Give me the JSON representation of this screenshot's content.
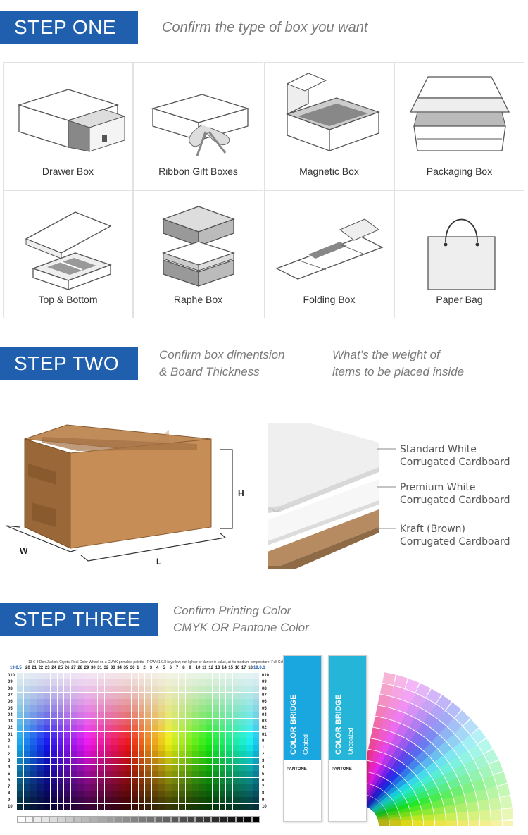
{
  "step_one": {
    "banner": "STEP ONE",
    "note": "Confirm the type of box you want",
    "boxes": [
      {
        "label": "Drawer Box",
        "icon": "drawer-box-icon"
      },
      {
        "label": "Ribbon Gift Boxes",
        "icon": "ribbon-gift-box-icon"
      },
      {
        "label": "Magnetic Box",
        "icon": "magnetic-box-icon"
      },
      {
        "label": "Packaging Box",
        "icon": "packaging-box-icon"
      },
      {
        "label": "Top & Bottom",
        "icon": "top-bottom-box-icon"
      },
      {
        "label": "Raphe Box",
        "icon": "raphe-box-icon"
      },
      {
        "label": "Folding Box",
        "icon": "folding-box-icon"
      },
      {
        "label": "Paper Bag",
        "icon": "paper-bag-icon"
      }
    ]
  },
  "step_two": {
    "banner": "STEP TWO",
    "note_left_1": "Confirm box dimentsion",
    "note_left_2": "& Board Thickness",
    "note_right_1": "What’s the weight of",
    "note_right_2": "items to be placed inside",
    "dimensions": {
      "h": "H",
      "w": "W",
      "l": "L"
    },
    "boards": [
      {
        "line1": "Standard White",
        "line2": "Corrugated Cardboard",
        "color": "#f2f2f2"
      },
      {
        "line1": "Premium White",
        "line2": "Corrugated Cardboard",
        "color": "#fafafa"
      },
      {
        "line1": "Kraft (Brown)",
        "line2": "Corrugated Cardboard",
        "color": "#b98a5c"
      }
    ]
  },
  "step_three": {
    "banner": "STEP THREE",
    "note_1": "Confirm Printing Color",
    "note_2": "CMYK OR Pantone Color",
    "color_chart": {
      "title": "13-6-8   Don Jusko's Crystal Real Color Wheel on a CMYK printable palette - RCW #1.0.8 is yellow, not lighter or darker in value, at it's medium temperature.   Full Color",
      "corner": "19.0.5",
      "corner_right": "19.0.1",
      "top_numbers": [
        "20",
        "21",
        "22",
        "23",
        "24",
        "25",
        "26",
        "27",
        "28",
        "29",
        "30",
        "31",
        "32",
        "33",
        "34",
        "35",
        "36",
        "1",
        "2",
        "3",
        "4",
        "5",
        "6",
        "7",
        "8",
        "9",
        "10",
        "11",
        "12",
        "13",
        "14",
        "15",
        "16",
        "17",
        "18"
      ],
      "row_labels": [
        "010",
        "09",
        "08",
        "07",
        "06",
        "05",
        "04",
        "03",
        "02",
        "01",
        "0",
        "1",
        "2",
        "3",
        "4",
        "5",
        "6",
        "7",
        "8",
        "9",
        "10"
      ]
    },
    "pantone": {
      "book1_title": "COLOR BRIDGE",
      "book1_sub": "Coated",
      "book2_title": "COLOR BRIDGE",
      "book2_sub": "Uncoated",
      "brand": "PANTONE"
    }
  }
}
